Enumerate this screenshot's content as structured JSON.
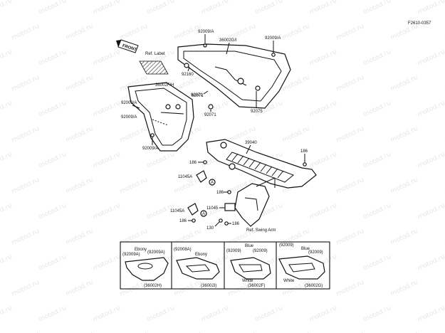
{
  "diagram_code": "F2610-0357",
  "watermark": "motod.ru",
  "front_arrow_label": "FRONT",
  "ref_label": "Ref. Label",
  "ref_swing_arm": "Ref. Swing Arm",
  "parts": {
    "p36002GI": "36002G/I",
    "p36002FH": "36002F/H",
    "p39040": "39040",
    "p92009A_1": "92009/A",
    "p92009A_2": "92009/A",
    "p92009A_3": "92009/A",
    "p92009A_4": "92009/A",
    "p92160": "92160",
    "p92071_1": "92071",
    "p92071_2": "92071",
    "p92075": "92075",
    "p186_1": "186",
    "p186_2": "186",
    "p186_3": "186",
    "p186_4": "186",
    "p186_5": "186",
    "p11045A_1": "11045A",
    "p11045A_2": "11045A",
    "p11045": "11045",
    "p130": "130",
    "markA_1": "A",
    "markA_2": "A"
  },
  "variants": [
    {
      "top_left": "(92009A)",
      "top_right": "(92009A)",
      "color_top": "Ebony",
      "color_bottom": "",
      "code": "(36002H)"
    },
    {
      "top_left": "(92008A)",
      "top_right": "",
      "color_top": "Ebony",
      "color_bottom": "",
      "code": "(36002I)"
    },
    {
      "top_left": "(92009)",
      "top_right": "(92009)",
      "color_top": "Blue",
      "color_bottom": "White",
      "code": "(36002F)"
    },
    {
      "top_left": "(92009)",
      "top_right": "(92009)",
      "color_top": "Blue",
      "color_bottom": "White",
      "code": "(36002G)"
    }
  ]
}
